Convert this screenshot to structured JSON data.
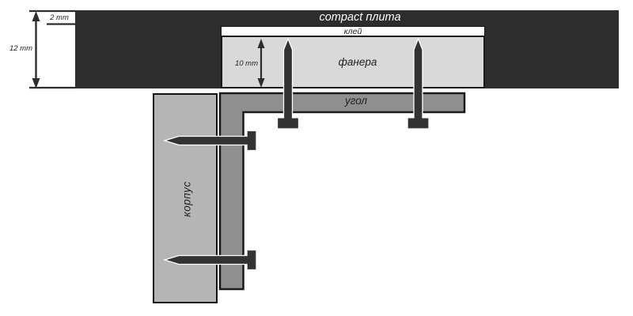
{
  "labels": {
    "plate": "compact плита",
    "glue": "клей",
    "plywood": "фанера",
    "angle": "угол",
    "body": "корпус"
  },
  "dimensions": {
    "top_layer": "2 mm",
    "plate_thickness": "12 mm",
    "plywood_thickness": "10 mm"
  },
  "colors": {
    "plate": "#2d2d2d",
    "glue": "#ffffff",
    "plywood": "#d9d9d9",
    "angle": "#8f8f8f",
    "body": "#b5b5b5",
    "screw": "#333333",
    "outline": "#1a1a1a"
  }
}
